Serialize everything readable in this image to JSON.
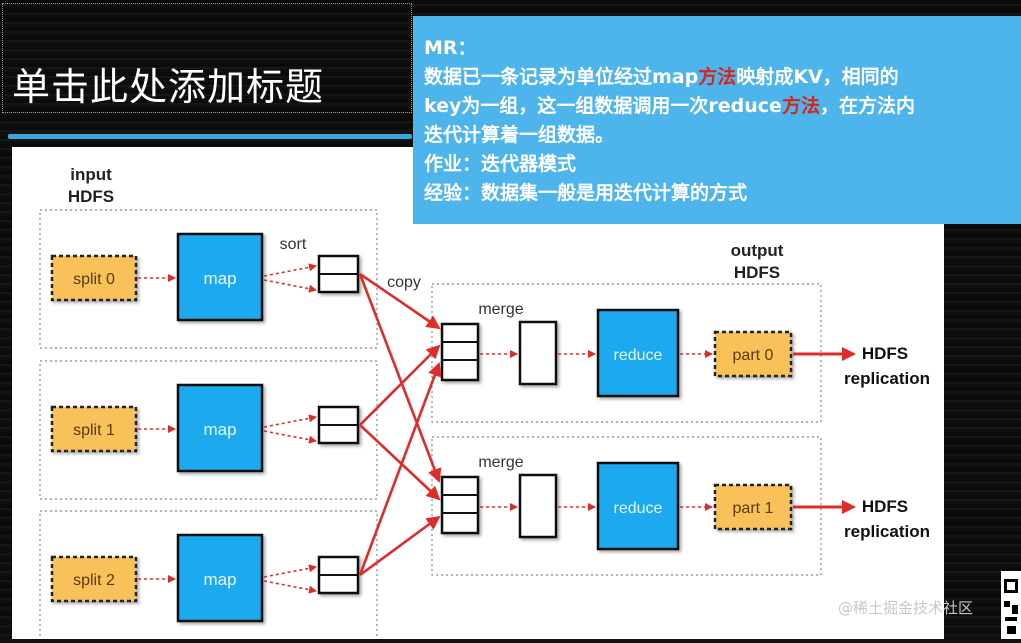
{
  "slide": {
    "title": "单击此处添加标题"
  },
  "note": {
    "lines": [
      {
        "segments": [
          {
            "text": "MR："
          }
        ]
      },
      {
        "segments": [
          {
            "text": "数据已一条记录为单位经过map"
          },
          {
            "text": "方法",
            "highlight": true
          },
          {
            "text": "映射成KV，相同的"
          }
        ]
      },
      {
        "segments": [
          {
            "text": "key为一组，这一组数据调用一次reduce"
          },
          {
            "text": "方法",
            "highlight": true
          },
          {
            "text": "，在方法内"
          }
        ]
      },
      {
        "segments": [
          {
            "text": "迭代计算着一组数据。"
          }
        ]
      },
      {
        "segments": [
          {
            "text": "作业：迭代器模式"
          }
        ]
      },
      {
        "segments": [
          {
            "text": "经验：数据集一般是用迭代计算的方式"
          }
        ]
      }
    ],
    "highlight_color": "#d9241c",
    "background_color": "#4db4ec"
  },
  "diagram": {
    "input_label": [
      "input",
      "HDFS"
    ],
    "output_label": [
      "output",
      "HDFS"
    ],
    "sort_label": "sort",
    "copy_label": "copy",
    "merge_label": "merge",
    "map_label": "map",
    "reduce_label": "reduce",
    "splits": [
      "split 0",
      "split 1",
      "split 2"
    ],
    "parts": [
      "part 0",
      "part 1"
    ],
    "replication_label": [
      "HDFS",
      "replication"
    ],
    "colors": {
      "map_fill": "#1ea9f0",
      "split_fill": "#f9c15a",
      "arrow": "#e02b2b"
    },
    "copy_edges": [
      [
        0,
        0
      ],
      [
        0,
        1
      ],
      [
        1,
        0
      ],
      [
        1,
        1
      ],
      [
        2,
        0
      ],
      [
        2,
        1
      ]
    ]
  },
  "watermark": "@稀土掘金技术社区"
}
